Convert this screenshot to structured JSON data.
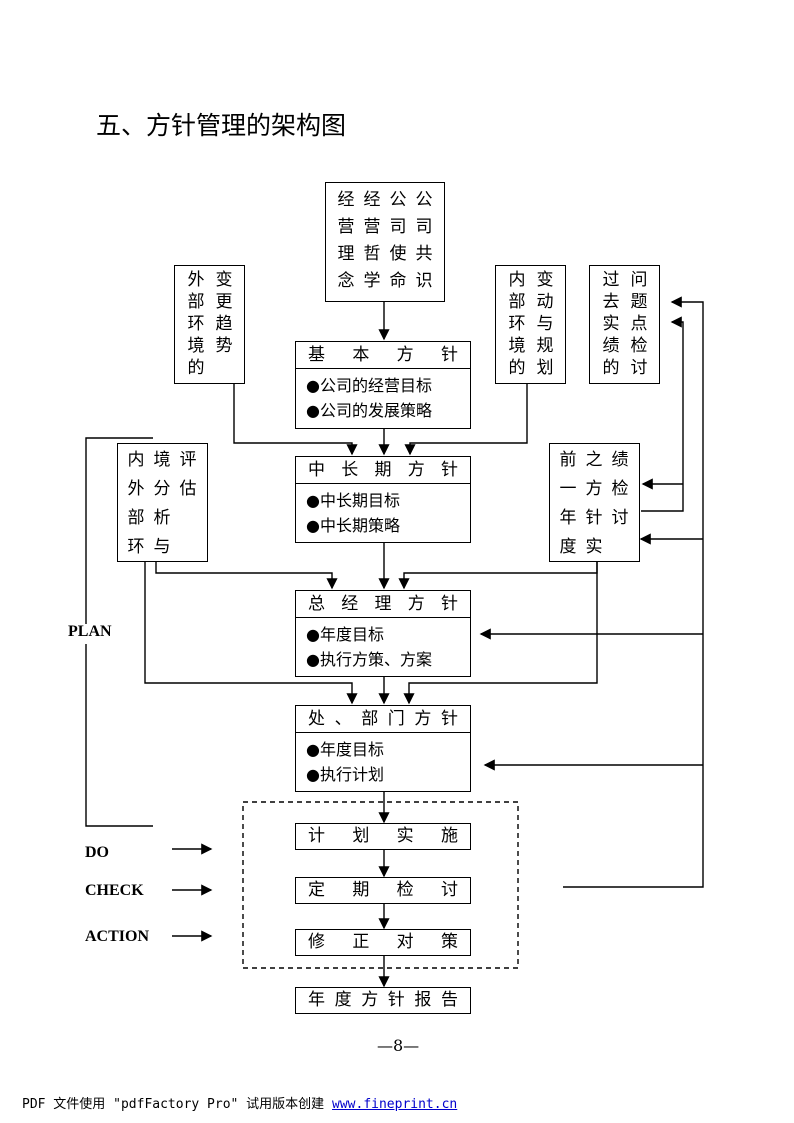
{
  "title": "五、方针管理的架构图",
  "philosophy_box": [
    "经营理念",
    "经营哲学",
    "公司使命",
    "公司共识"
  ],
  "external_box": [
    "外部环境的",
    "变更趋势"
  ],
  "internal_box": [
    "内部环境的",
    "变动与规划"
  ],
  "issues_box": [
    "过去实绩的",
    "问题点检讨"
  ],
  "basic_policy": {
    "header": [
      "基",
      "本",
      "方",
      "针"
    ],
    "items": [
      "●公司的经营目标",
      "●公司的发展策略"
    ]
  },
  "mid_policy": {
    "header": [
      "中",
      "长",
      "期",
      "方",
      "针"
    ],
    "items": [
      "●中长期目标",
      "●中长期策略"
    ]
  },
  "env_eval_box": [
    "内外部环",
    "境分析与",
    "评估"
  ],
  "prev_review_box": [
    "前一年度",
    "之方针实",
    "绩检讨"
  ],
  "gm_policy": {
    "header": [
      "总",
      "经",
      "理",
      "方",
      "针"
    ],
    "items": [
      "●年度目标",
      "●执行方策、方案"
    ]
  },
  "dept_policy": {
    "header": [
      "处",
      "、",
      "部",
      "门",
      "方",
      "针"
    ],
    "items": [
      "●年度目标",
      "●执行计划"
    ]
  },
  "plan_implement": [
    "计",
    "划",
    "实",
    "施"
  ],
  "periodic_review": [
    "定",
    "期",
    "检",
    "讨"
  ],
  "correction": [
    "修",
    "正",
    "对",
    "策"
  ],
  "final_report": [
    "年",
    "度",
    "方",
    "针",
    "报",
    "告"
  ],
  "labels": {
    "plan": "PLAN",
    "do": "DO",
    "check": "CHECK",
    "action": "ACTION"
  },
  "page_number": "—8—",
  "footer": {
    "text": "PDF 文件使用 \"pdfFactory Pro\" 试用版本创建 ",
    "link": "www.fineprint.cn"
  }
}
